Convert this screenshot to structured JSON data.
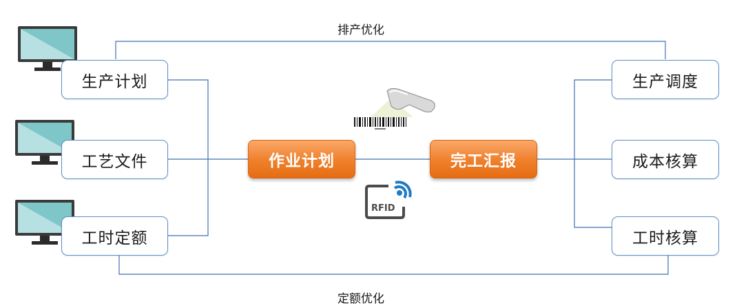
{
  "top_label": "排产优化",
  "bottom_label": "定额优化",
  "left_boxes": [
    "生产计划",
    "工艺文件",
    "工时定额"
  ],
  "center": {
    "left": "作业计划",
    "right": "完工汇报"
  },
  "right_boxes": [
    "生产调度",
    "成本核算",
    "工时核算"
  ],
  "rfid_text": "RFID",
  "colors": {
    "line": "#3f6fb0",
    "box_border": "#5b8ec7",
    "orange": "#f0822f",
    "monitor_screen": "#7fc6c9"
  },
  "icons": [
    "monitor-icon",
    "barcode-scanner-icon",
    "rfid-icon"
  ]
}
